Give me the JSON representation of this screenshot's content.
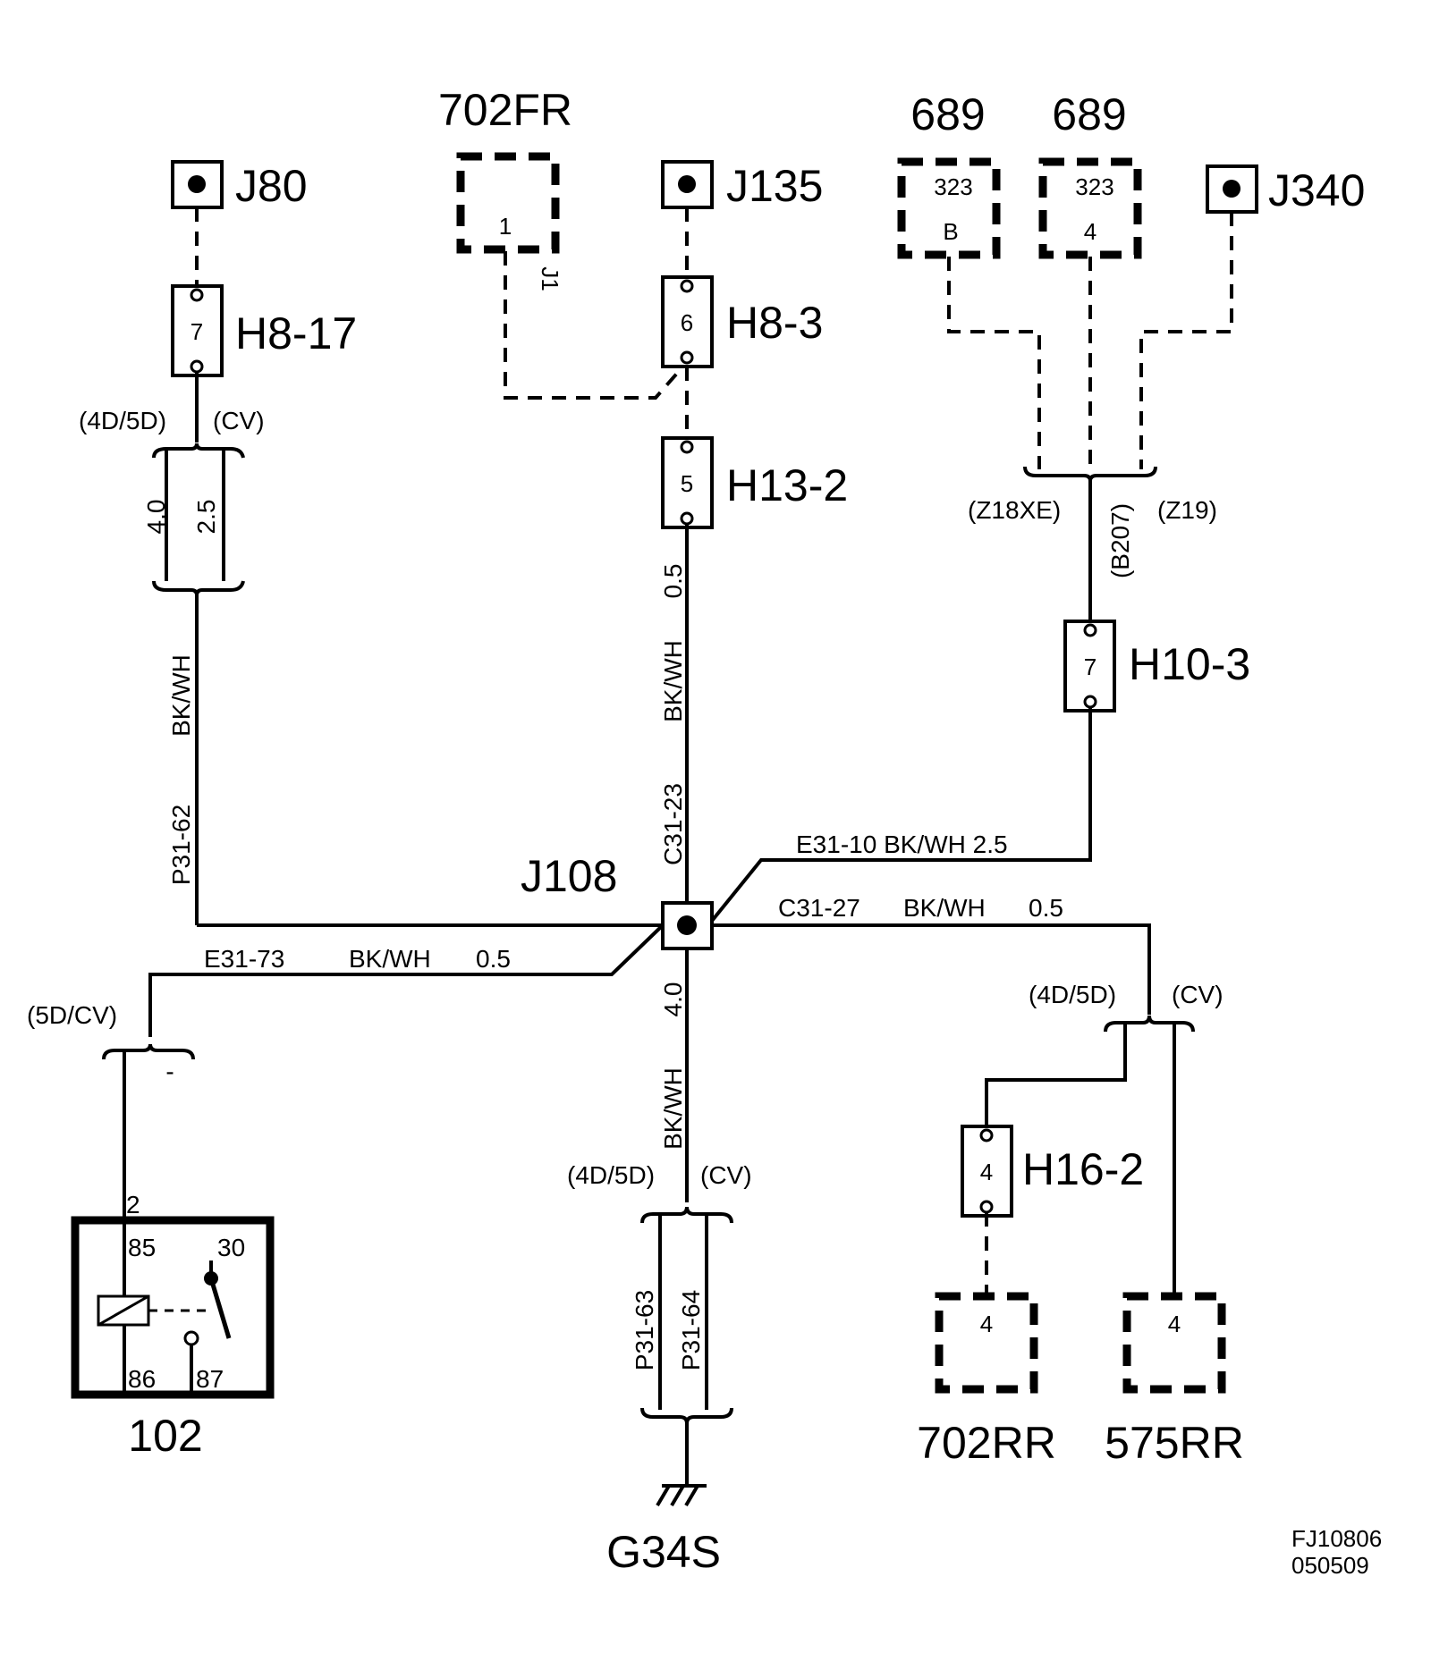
{
  "components": {
    "j80": "J80",
    "j135": "J135",
    "j340": "J340",
    "j108": "J108",
    "c702fr": "702FR",
    "c702fr_pin": "1",
    "c702fr_lead": "J1",
    "c689a": "689",
    "c689a_top": "323",
    "c689a_bottom": "B",
    "c689b": "689",
    "c689b_top": "323",
    "c689b_bottom": "4",
    "c702rr": "702RR",
    "c702rr_pin": "4",
    "c575rr": "575RR",
    "c575rr_pin": "4",
    "ground": "G34S",
    "relay": "102"
  },
  "connectors": {
    "h8_17": "H8-17",
    "h8_17_pin": "7",
    "h8_3": "H8-3",
    "h8_3_pin": "6",
    "h13_2": "H13-2",
    "h13_2_pin": "5",
    "h10_3": "H10-3",
    "h10_3_pin": "7",
    "h16_2": "H16-2",
    "h16_2_pin": "4"
  },
  "relay_pins": {
    "p2": "2",
    "p85": "85",
    "p30": "30",
    "p86": "86",
    "p87": "87"
  },
  "wires": {
    "left_variant_a": "(4D/5D)",
    "left_variant_b": "(CV)",
    "left_size_a": "4.0",
    "left_size_b": "2.5",
    "left_color": "BK/WH",
    "left_id": "P31-62",
    "center_size": "0.5",
    "center_color": "BK/WH",
    "center_id": "C31-23",
    "engine_a": "(Z18XE)",
    "engine_b": "(B207)",
    "engine_c": "(Z19)",
    "e31_10": "E31-10 BK/WH 2.5",
    "c31_27_id": "C31-27",
    "c31_27_color": "BK/WH",
    "c31_27_size": "0.5",
    "e31_73_id": "E31-73",
    "e31_73_color": "BK/WH",
    "e31_73_size": "0.5",
    "relay_variant": "(5D/CV)",
    "relay_dash": "-",
    "lower_size": "4.0",
    "lower_color": "BK/WH",
    "lower_variant_a": "(4D/5D)",
    "lower_variant_b": "(CV)",
    "ground_id_a": "P31-63",
    "ground_id_b": "P31-64",
    "right_variant_a": "(4D/5D)",
    "right_variant_b": "(CV)"
  },
  "footer": {
    "code": "FJ10806",
    "date": "050509"
  }
}
